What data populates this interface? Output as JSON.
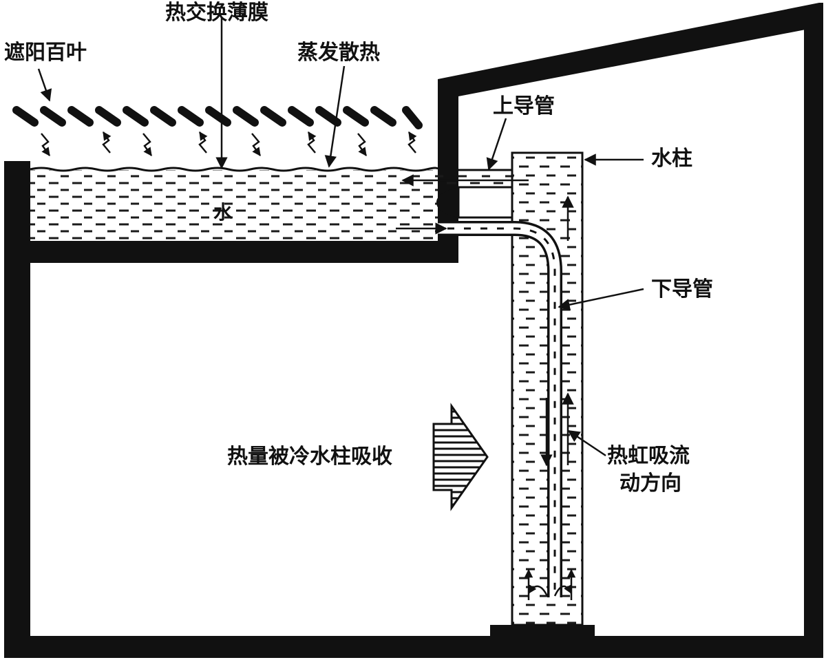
{
  "labels": {
    "sun_blind": "遮阳百叶",
    "heat_film": "热交换薄膜",
    "evaporation": "蒸发散热",
    "upper_pipe": "上导管",
    "water_column": "水柱",
    "water": "水",
    "lower_pipe": "下导管",
    "heat_absorbed": "热量被冷水柱吸收",
    "siphon_line1": "热虹吸流",
    "siphon_line2": "动方向"
  },
  "colors": {
    "wall": "#111111",
    "water_fill": "#ffffff",
    "dash": "#1a1a1a"
  }
}
